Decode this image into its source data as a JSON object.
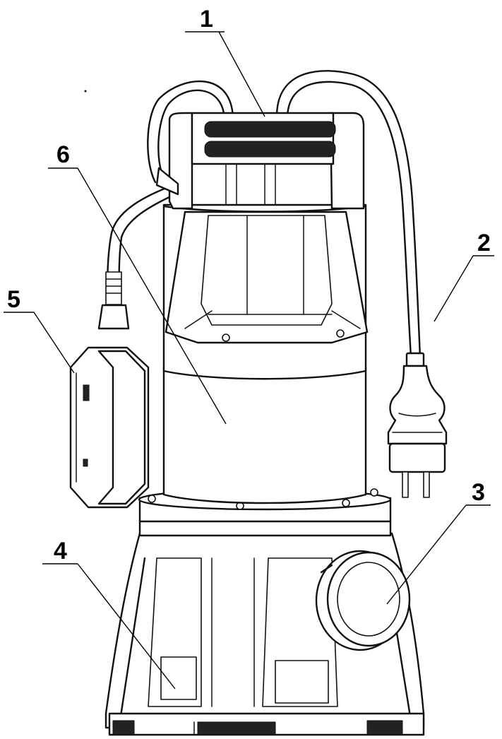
{
  "diagram": {
    "callouts": [
      {
        "id": "1",
        "label": "1",
        "part": "carry-handle"
      },
      {
        "id": "2",
        "label": "2",
        "part": "power-cable"
      },
      {
        "id": "3",
        "label": "3",
        "part": "outlet-port"
      },
      {
        "id": "4",
        "label": "4",
        "part": "base-intake"
      },
      {
        "id": "5",
        "label": "5",
        "part": "float-switch"
      },
      {
        "id": "6",
        "label": "6",
        "part": "motor-housing"
      }
    ]
  },
  "colors": {
    "ink": "#111111",
    "background": "#ffffff"
  }
}
